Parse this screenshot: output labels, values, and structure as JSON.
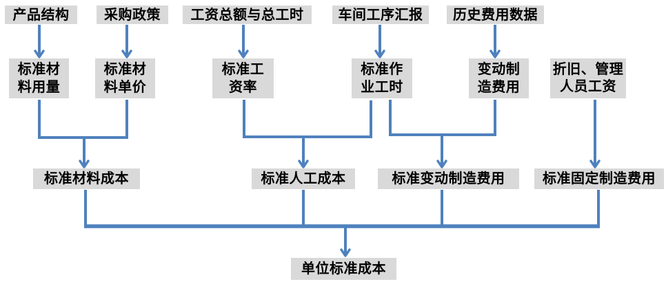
{
  "diagram": {
    "description": "standard-cost-buildup-flowchart",
    "colors": {
      "box_fill": "#d9d9d9",
      "connector_blue": "#4f81bd",
      "text": "#000000",
      "background": "#ffffff"
    },
    "nodes": {
      "product_structure": {
        "label": "产品结构"
      },
      "procurement_policy": {
        "label": "采购政策"
      },
      "total_wages_hours": {
        "label": "工资总额与总工时"
      },
      "workshop_report": {
        "label": "车间工序汇报"
      },
      "historical_cost_data": {
        "label": "历史费用数据"
      },
      "std_material_usage": {
        "label": "标准材\n料用量"
      },
      "std_material_price": {
        "label": "标准材\n料单价"
      },
      "std_wage_rate": {
        "label": "标准工\n资率"
      },
      "std_operation_hours": {
        "label": "标准作\n业工时"
      },
      "variable_mfg_cost": {
        "label": "变动制\n造费用"
      },
      "depreciation_mgmt_wage": {
        "label": "折旧、管理\n人员工资"
      },
      "std_material_cost": {
        "label": "标准材料成本"
      },
      "std_labor_cost": {
        "label": "标准人工成本"
      },
      "std_variable_mfg_cost": {
        "label": "标准变动制造费用"
      },
      "std_fixed_mfg_cost": {
        "label": "标准固定制造费用"
      },
      "unit_standard_cost": {
        "label": "单位标准成本"
      }
    },
    "edges": [
      {
        "from": "product_structure",
        "to": "std_material_usage"
      },
      {
        "from": "procurement_policy",
        "to": "std_material_price"
      },
      {
        "from": "total_wages_hours",
        "to": "std_wage_rate"
      },
      {
        "from": "workshop_report",
        "to": "std_operation_hours"
      },
      {
        "from": "historical_cost_data",
        "to": "variable_mfg_cost"
      },
      {
        "from": "std_material_usage",
        "to": "std_material_cost"
      },
      {
        "from": "std_material_price",
        "to": "std_material_cost"
      },
      {
        "from": "std_wage_rate",
        "to": "std_labor_cost"
      },
      {
        "from": "std_operation_hours",
        "to": "std_labor_cost"
      },
      {
        "from": "std_operation_hours",
        "to": "std_variable_mfg_cost"
      },
      {
        "from": "variable_mfg_cost",
        "to": "std_variable_mfg_cost"
      },
      {
        "from": "depreciation_mgmt_wage",
        "to": "std_fixed_mfg_cost"
      },
      {
        "from": "std_material_cost",
        "to": "unit_standard_cost"
      },
      {
        "from": "std_labor_cost",
        "to": "unit_standard_cost"
      },
      {
        "from": "std_variable_mfg_cost",
        "to": "unit_standard_cost"
      },
      {
        "from": "std_fixed_mfg_cost",
        "to": "unit_standard_cost"
      }
    ]
  }
}
